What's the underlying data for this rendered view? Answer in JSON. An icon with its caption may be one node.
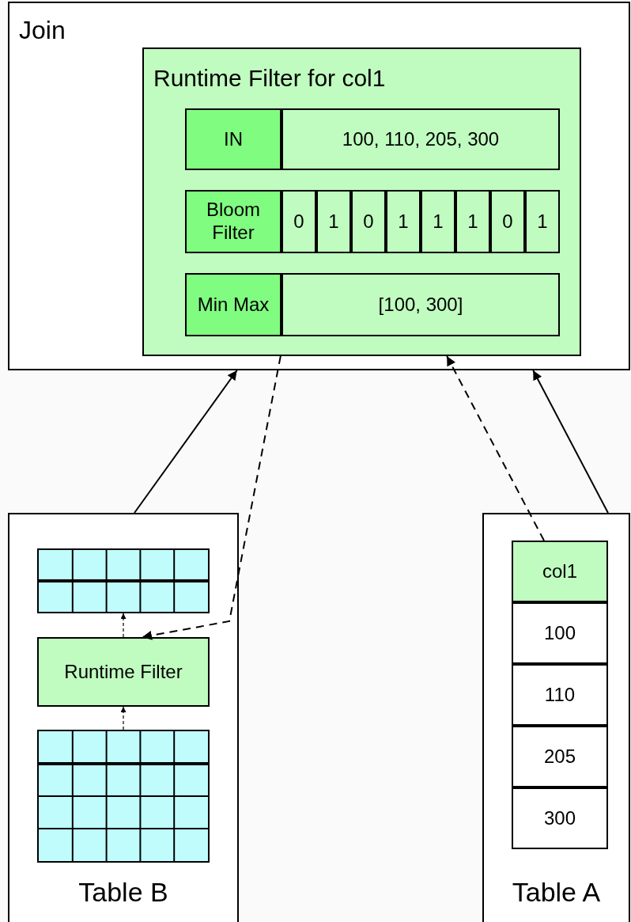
{
  "diagram": {
    "nodes": [
      {
        "text": [
          "Join"
        ]
      },
      {
        "text": [
          "Runtime Filter for col1"
        ],
        "in": 0
      },
      {
        "text": [
          "IN"
        ],
        "in": 1
      },
      {
        "text": [
          "100, 110, 205, 300"
        ],
        "in": 1
      },
      {
        "text": [
          "Bloom Filter"
        ],
        "in": 1
      },
      {
        "text": [
          "0"
        ],
        "in": 1
      },
      {
        "text": [
          "1"
        ],
        "in": 1
      },
      {
        "text": [
          "0"
        ],
        "in": 1
      },
      {
        "text": [
          "1"
        ],
        "in": 1
      },
      {
        "text": [
          "1"
        ],
        "in": 1
      },
      {
        "text": [
          "1"
        ],
        "in": 1
      },
      {
        "text": [
          "0"
        ],
        "in": 1
      },
      {
        "text": [
          "1"
        ],
        "in": 1
      },
      {
        "text": [
          "Min Max"
        ],
        "in": 1
      },
      {
        "text": [
          "[100, 300]"
        ],
        "in": 1
      },
      {
        "text": [
          "Table B"
        ]
      },
      {
        "text": [],
        "shape": "grid",
        "in": 15
      },
      {
        "text": [
          "Runtime Filter"
        ],
        "in": 15
      },
      {
        "text": [],
        "shape": "grid",
        "in": 15
      },
      {
        "text": [
          "Table A"
        ]
      },
      {
        "text": [
          "col1"
        ],
        "in": 19
      },
      {
        "text": [
          "100"
        ],
        "in": 19
      },
      {
        "text": [
          "110"
        ],
        "in": 19
      },
      {
        "text": [
          "205"
        ],
        "in": 19
      },
      {
        "text": [
          "300"
        ],
        "in": 19
      }
    ],
    "edges": [
      {
        "from": 15,
        "to": 0,
        "arrow": "to"
      },
      {
        "from": 1,
        "to": 17,
        "arrow": "to",
        "style": "dashed"
      },
      {
        "from": 20,
        "to": 1,
        "arrow": "to",
        "style": "dashed"
      },
      {
        "from": 19,
        "to": 0,
        "arrow": "to"
      },
      {
        "from": 18,
        "to": 17,
        "arrow": "to",
        "style": "dashed"
      },
      {
        "from": 17,
        "to": 16,
        "arrow": "to",
        "style": "dashed"
      }
    ]
  }
}
